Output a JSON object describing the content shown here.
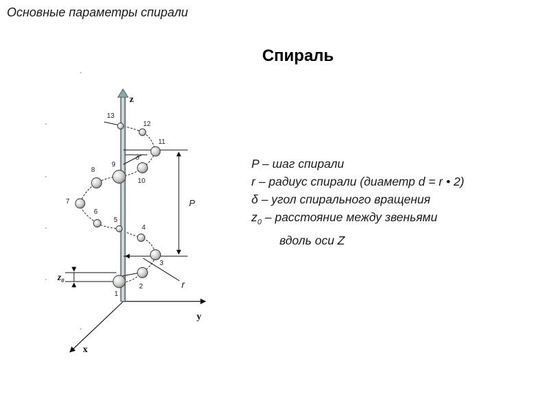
{
  "header": "Основные параметры спирали",
  "title": "Спираль",
  "diagram": {
    "axis_z": "z",
    "axis_y": "y",
    "axis_x": "x",
    "node_labels": [
      "1",
      "2",
      "3",
      "4",
      "5",
      "6",
      "7",
      "8",
      "9",
      "10",
      "11",
      "12",
      "13"
    ],
    "label_P": "P",
    "label_r": "r",
    "label_delta": "δ",
    "label_z0": "z",
    "label_z0_sub": "0"
  },
  "legend": {
    "line1": "P – шаг спирали",
    "line2": "r – радиус спирали (диаметр d = r • 2)",
    "line3": "δ – угол спирального вращения",
    "line4_main": "z",
    "line4_sub": "0",
    "line4_rest": " – расстояние между звеньями",
    "line5": "вдоль оси Z"
  }
}
